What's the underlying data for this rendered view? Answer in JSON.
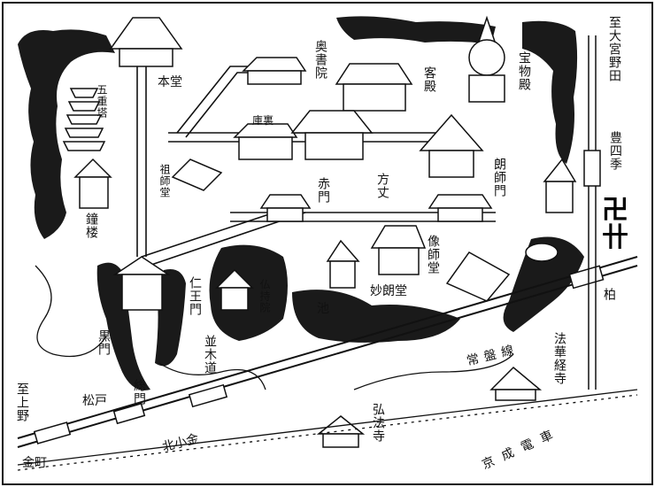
{
  "map": {
    "labels": {
      "hondo": "本堂",
      "okushoin": "奥書院",
      "kyakuden": "客殿",
      "homotsuden": "宝物殿",
      "gojunoto": "五重塔",
      "kuri": "庫裏",
      "soshido": "祖師堂",
      "shoro": "鐘楼",
      "hojo": "方丈",
      "akamon": "赤門",
      "roshimon": "朗師門",
      "zodo": "像師堂",
      "myorodo": "妙朗堂",
      "niomon": "仁王門",
      "butsujiin": "仏持院",
      "ike": "池",
      "namikimichi": "並木道",
      "kuromon": "黒門",
      "somon": "総門",
      "matsudo": "松戸",
      "kitakogane": "北小金",
      "joban": "常盤線",
      "kashiwa": "柏",
      "hokekyoji": "法華経寺",
      "keisei": "京成電車",
      "kobo": "弘法寺",
      "kanemachi": "金町",
      "shiteno": "至上野",
      "shiomiya": "至大宮野田",
      "toyoshiki": "豊四季",
      "manji_symbol": "卍",
      "rail_symbol": "卄"
    },
    "colors": {
      "ink": "#111111",
      "paper": "#ffffff"
    }
  }
}
